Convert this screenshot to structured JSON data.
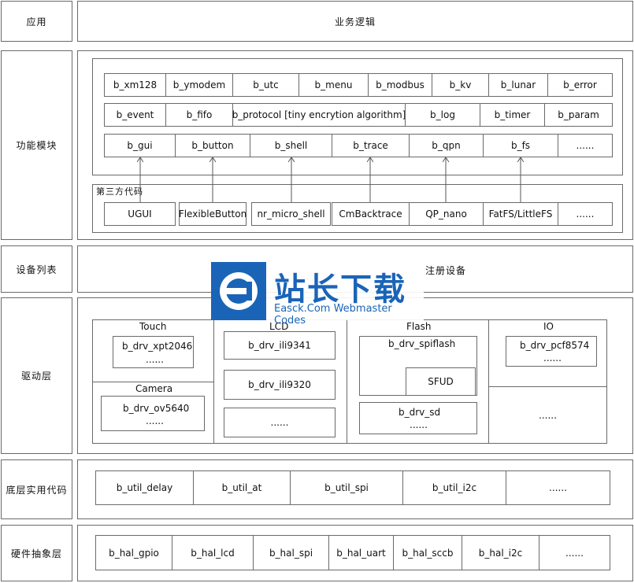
{
  "layers": {
    "app": "应用",
    "func": "功能模块",
    "devlist": "设备列表",
    "driver": "驱动层",
    "util": "底层实用代码",
    "hal": "硬件抽象层"
  },
  "app_content": "业务逻辑",
  "func_rows": [
    [
      "b_xm128",
      "b_ymodem",
      "b_utc",
      "b_menu",
      "b_modbus",
      "b_kv",
      "b_lunar",
      "b_error"
    ],
    [
      "b_event",
      "b_fifo",
      "b_protocol [tiny encrytion algorithm]",
      "b_log",
      "b_timer",
      "b_param"
    ],
    [
      "b_gui",
      "b_button",
      "b_shell",
      "b_trace",
      "b_qpn",
      "b_fs",
      "......"
    ]
  ],
  "third_party": {
    "label": "第三方代码",
    "items": [
      "UGUI",
      "FlexibleButton",
      "nr_micro_shell",
      "CmBacktrace",
      "QP_nano",
      "FatFS/LittleFS",
      "......"
    ]
  },
  "devlist_content": "注册设备",
  "driver": {
    "touch": {
      "title": "Touch",
      "item": "b_drv_xpt2046",
      "more": "......"
    },
    "camera": {
      "title": "Camera",
      "item": "b_drv_ov5640",
      "more": "......"
    },
    "lcd": {
      "title": "LCD",
      "items": [
        "b_drv_ili9341",
        "b_drv_ili9320",
        "......"
      ]
    },
    "flash": {
      "title": "Flash",
      "item1": "b_drv_spiflash",
      "sub": "SFUD",
      "item2": "b_drv_sd",
      "more": "......"
    },
    "io": {
      "title": "IO",
      "item": "b_drv_pcf8574",
      "more": "......",
      "more2": "......"
    }
  },
  "util_items": [
    "b_util_delay",
    "b_util_at",
    "b_util_spi",
    "b_util_i2c",
    "......"
  ],
  "hal_items": [
    "b_hal_gpio",
    "b_hal_lcd",
    "b_hal_spi",
    "b_hal_uart",
    "b_hal_sccb",
    "b_hal_i2c",
    "......"
  ],
  "watermark": {
    "title": "站长下载",
    "subtitle": "Easck.Com Webmaster Codes",
    "brand_color": "#1a64b8"
  }
}
